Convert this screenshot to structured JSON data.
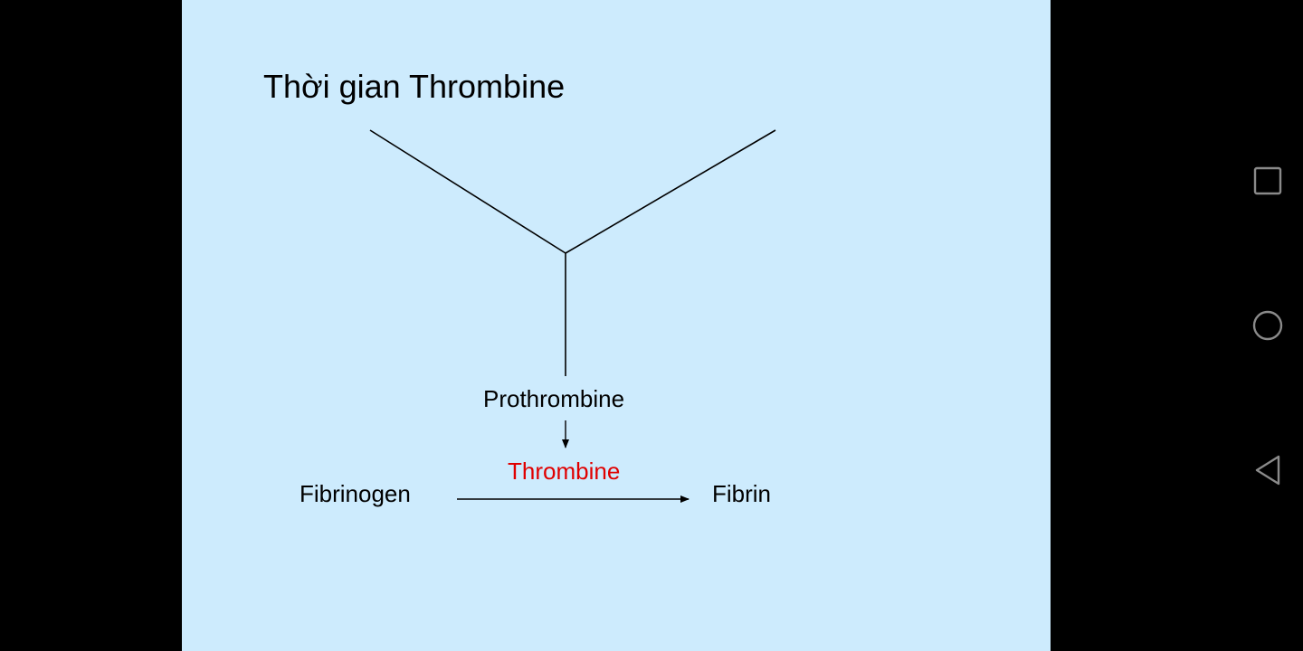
{
  "slide": {
    "title": "Thời gian Thrombine",
    "background_color": "#cdebfd",
    "nodes": {
      "prothrombine": "Prothrombine",
      "thrombine": "Thrombine",
      "fibrinogen": "Fibrinogen",
      "fibrin": "Fibrin"
    },
    "highlight_color": "#e00000"
  },
  "navbar": {
    "buttons": [
      {
        "icon": "recents-square-icon"
      },
      {
        "icon": "home-circle-icon"
      },
      {
        "icon": "back-triangle-icon"
      }
    ],
    "icon_color": "#8a8a8a"
  }
}
